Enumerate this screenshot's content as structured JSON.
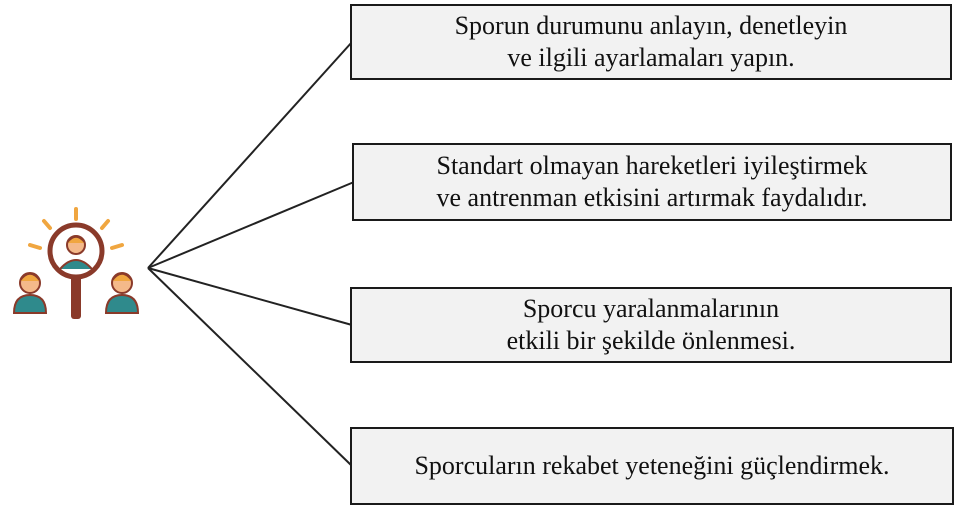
{
  "items": [
    {
      "line1": "Sporun durumunu anlayın, denetleyin",
      "line2": "ve ilgili ayarlamaları yapın."
    },
    {
      "line1": "Standart olmayan hareketleri iyileştirmek",
      "line2": "ve antrenman etkisini artırmak faydalıdır."
    },
    {
      "line1": "Sporcu yaralanmalarının",
      "line2": "etkili bir şekilde önlenmesi."
    },
    {
      "line1": "Sporcuların rekabet yeteneğini güçlendirmek."
    }
  ],
  "colors": {
    "box_fill": "#f2f2f2",
    "box_border": "#1a1a1a",
    "icon_orange": "#f0a640",
    "icon_teal": "#2f8a8c",
    "icon_brown": "#8a3a2a",
    "icon_skin": "#f4b98a"
  },
  "icon": "athlete-analysis-magnifier-icon"
}
